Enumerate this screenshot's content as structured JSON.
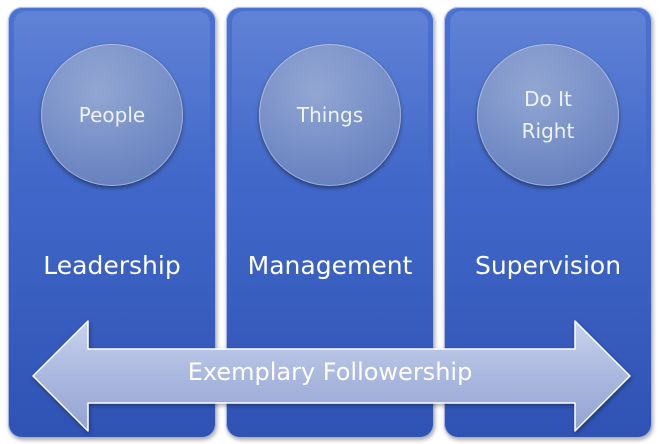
{
  "columns": [
    {
      "circle_label": "People",
      "title": "Leadership"
    },
    {
      "circle_label": "Things",
      "title": "Management"
    },
    {
      "circle_label": "Do It\nRight",
      "title": "Supervision"
    }
  ],
  "arrow": {
    "label": "Exemplary Followership"
  },
  "colors": {
    "column": "#3f66c8",
    "circle": "#6f88c4",
    "arrow": "#aebbe0",
    "text": "#ffffff"
  }
}
